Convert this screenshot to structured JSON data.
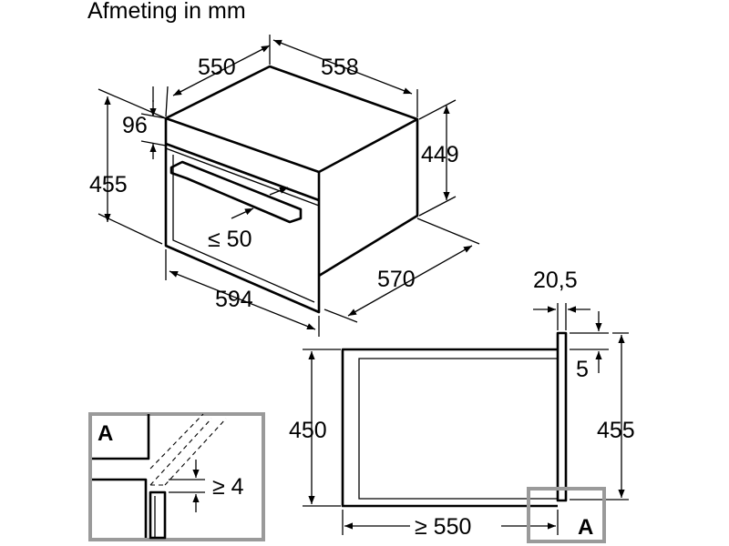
{
  "title": "Afmeting in mm",
  "dimensions": {
    "top_depth": "550",
    "top_width": "558",
    "front_panel_height": "96",
    "total_height": "455",
    "body_height": "449",
    "handle_gap": "≤ 50",
    "front_width": "594",
    "side_depth": "570",
    "panel_thickness": "20,5",
    "offset": "5",
    "niche_height": "450",
    "right_height": "455",
    "niche_depth": "≥ 550",
    "detail_gap": "≥ 4"
  },
  "detail": {
    "marker_left": "A",
    "marker_right": "A"
  }
}
